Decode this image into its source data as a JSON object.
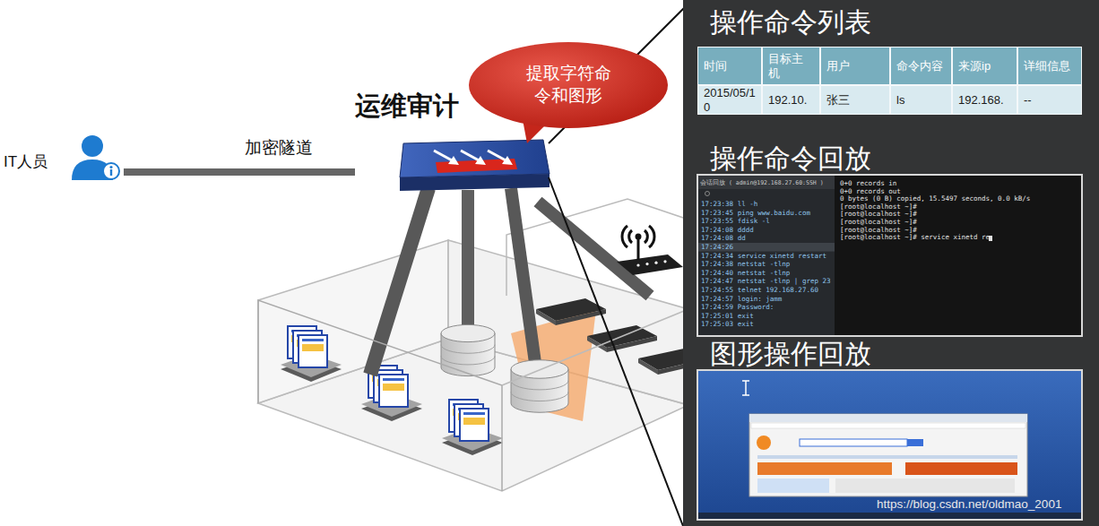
{
  "diagram": {
    "nodes": [
      {
        "text": [
          "IT人员"
        ]
      },
      {
        "text": [
          "运维审计"
        ]
      },
      {
        "text": [
          "提取字符命令和图形"
        ]
      },
      {
        "text": [
          "操作命令列表"
        ]
      },
      {
        "text": [
          "操作命令回放"
        ]
      },
      {
        "text": [
          "图形操作回放"
        ]
      }
    ],
    "edges": [
      {
        "from": 0,
        "to": 1,
        "label": "加密隧道",
        "arrow": "none"
      }
    ],
    "labels": [
      "时间",
      "目标主机",
      "用户",
      "命令内容",
      "来源ip",
      "详细信息",
      "2015/05/10",
      "192.10.",
      "张三",
      "ls",
      "192.168.",
      "--",
      "会话回放 ( admin@192.168.27.60:SSH )",
      "17:23:38 ll -h",
      "17:23:45 ping www.baidu.com",
      "17:23:55 fdisk -l",
      "17:24:08 dddd",
      "17:24:08 dd",
      "17:24:26",
      "17:24:34 service xinetd restart",
      "17:24:38 netstat -tlnp",
      "17:24:40 netstat -tlnp",
      "17:24:47 netstat -tlnp | grep 23",
      "17:24:55 telnet 192.168.27.60",
      "17:24:57 login: jamm",
      "17:24:59 Password:",
      "17:25:01 exit",
      "17:25:03 exit",
      "0+0 records in",
      "0+0 records out",
      "0 bytes (0 B) copied, 15.5497 seconds, 0.0 kB/s",
      "[root@localhost ~]#",
      "[root@localhost ~]#",
      "[root@localhost ~]#",
      "[root@localhost ~]#",
      "[root@localhost ~]# service xinetd re",
      "https://blog.csdn.net/oldmao_2001"
    ]
  }
}
